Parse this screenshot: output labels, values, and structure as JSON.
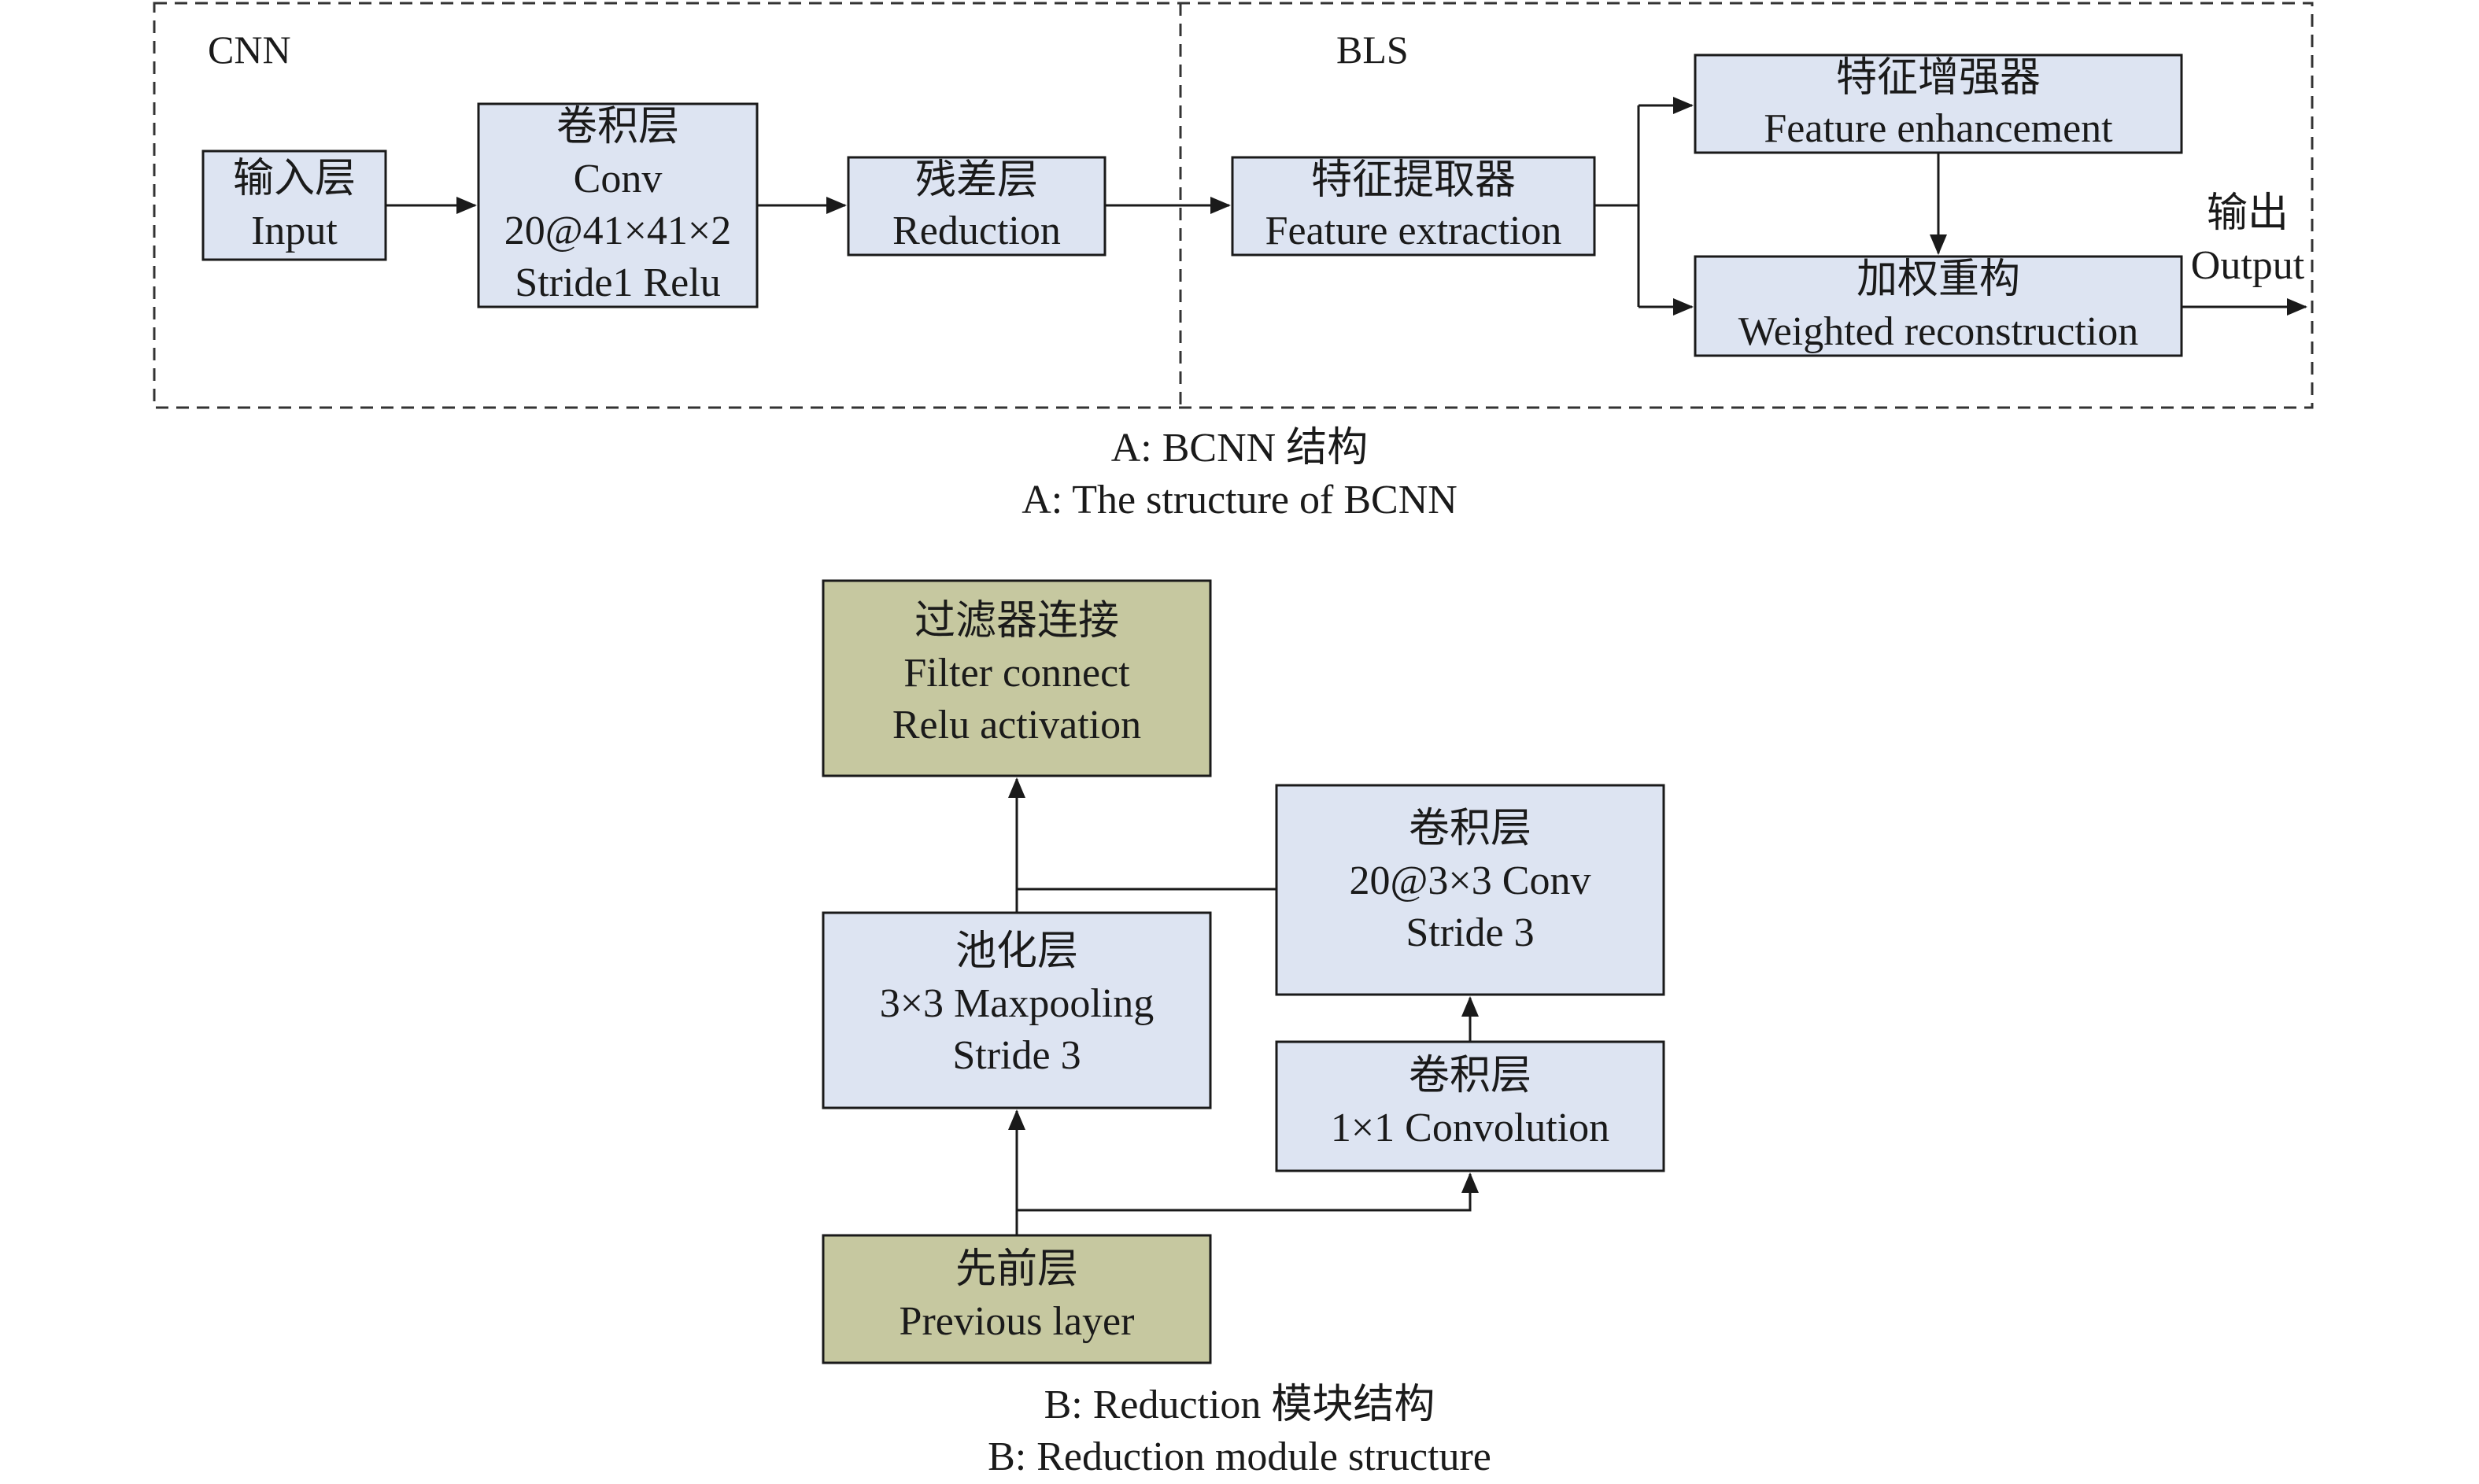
{
  "panel_a": {
    "cnn_label": "CNN",
    "bls_label": "BLS",
    "input": {
      "zh": "输入层",
      "en": "Input"
    },
    "conv": {
      "zh": "卷积层",
      "line2": "Conv",
      "line3": "20@41×41×2",
      "line4": "Stride1 Relu"
    },
    "reduction": {
      "zh": "残差层",
      "en": "Reduction"
    },
    "feature_extraction": {
      "zh": "特征提取器",
      "en": "Feature extraction"
    },
    "feature_enhancement": {
      "zh": "特征增强器",
      "en": "Feature enhancement"
    },
    "weighted_reconstruction": {
      "zh": "加权重构",
      "en": "Weighted reconstruction"
    },
    "output": {
      "zh": "输出",
      "en": "Output"
    },
    "caption_zh": "A: BCNN 结构",
    "caption_en": "A: The structure of BCNN"
  },
  "panel_b": {
    "filter_connect": {
      "zh": "过滤器连接",
      "line2": "Filter connect",
      "line3": "Relu activation"
    },
    "conv3x3": {
      "zh": "卷积层",
      "line2": "20@3×3 Conv",
      "line3": "Stride 3"
    },
    "pooling": {
      "zh": "池化层",
      "line2": "3×3 Maxpooling",
      "line3": "Stride 3"
    },
    "conv1x1": {
      "zh": "卷积层",
      "line2": "1×1 Convolution"
    },
    "previous": {
      "zh": "先前层",
      "en": "Previous layer"
    },
    "caption_zh": "B: Reduction 模块结构",
    "caption_en": "B: Reduction module structure"
  },
  "colors": {
    "box_blue": "#dde4f2",
    "box_green": "#c6c8a0",
    "stroke": "#1a1a1a"
  }
}
